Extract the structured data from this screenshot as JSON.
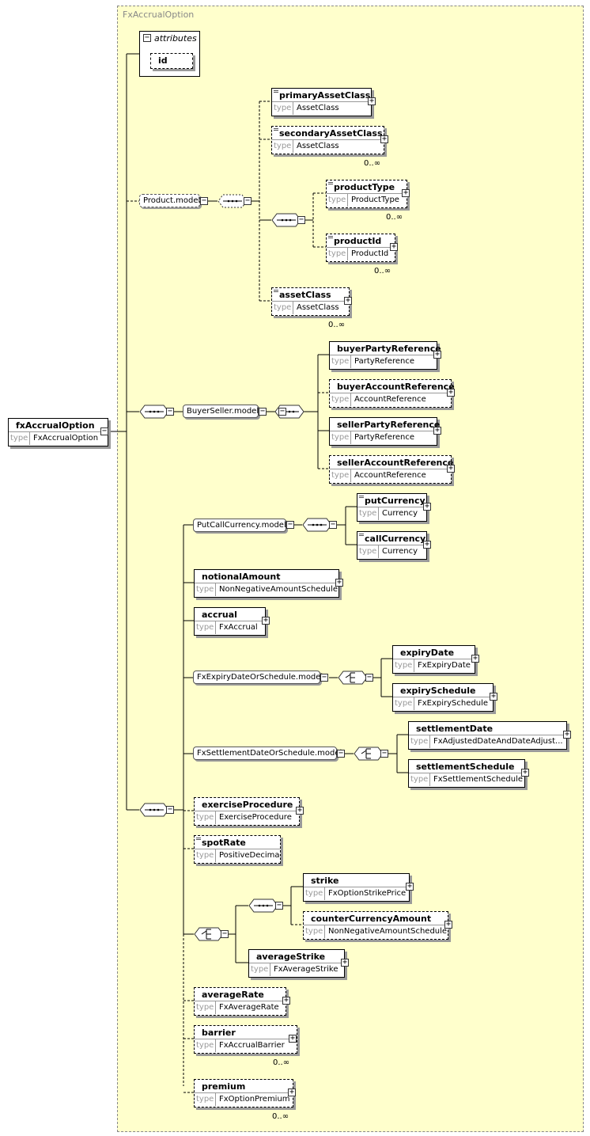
{
  "diagram": {
    "group_title": "FxAccrualOption",
    "type_key": "type",
    "attributes_title": "attributes",
    "root": {
      "name": "fxAccrualOption",
      "type": "FxAccrualOption"
    },
    "attribute": {
      "name": "id"
    },
    "groups": {
      "product_model": "Product.model",
      "buyer_seller_model": "BuyerSeller.model",
      "put_call_currency_model": "PutCallCurrency.model",
      "fx_expiry_model": "FxExpiryDateOrSchedule.model",
      "fx_settlement_model": "FxSettlementDateOrSchedule.model"
    },
    "elements": {
      "primaryAssetClass": {
        "name": "primaryAssetClass",
        "type": "AssetClass"
      },
      "secondaryAssetClass": {
        "name": "secondaryAssetClass",
        "type": "AssetClass",
        "card": "0..∞"
      },
      "productType": {
        "name": "productType",
        "type": "ProductType",
        "card": "0..∞"
      },
      "productId": {
        "name": "productId",
        "type": "ProductId",
        "card": "0..∞"
      },
      "assetClass": {
        "name": "assetClass",
        "type": "AssetClass",
        "card": "0..∞"
      },
      "buyerPartyReference": {
        "name": "buyerPartyReference",
        "type": "PartyReference"
      },
      "buyerAccountReference": {
        "name": "buyerAccountReference",
        "type": "AccountReference"
      },
      "sellerPartyReference": {
        "name": "sellerPartyReference",
        "type": "PartyReference"
      },
      "sellerAccountReference": {
        "name": "sellerAccountReference",
        "type": "AccountReference"
      },
      "putCurrency": {
        "name": "putCurrency",
        "type": "Currency"
      },
      "callCurrency": {
        "name": "callCurrency",
        "type": "Currency"
      },
      "notionalAmount": {
        "name": "notionalAmount",
        "type": "NonNegativeAmountSchedule"
      },
      "accrual": {
        "name": "accrual",
        "type": "FxAccrual"
      },
      "expiryDate": {
        "name": "expiryDate",
        "type": "FxExpiryDate"
      },
      "expirySchedule": {
        "name": "expirySchedule",
        "type": "FxExpirySchedule"
      },
      "settlementDate": {
        "name": "settlementDate",
        "type": "FxAdjustedDateAndDateAdjust..."
      },
      "settlementSchedule": {
        "name": "settlementSchedule",
        "type": "FxSettlementSchedule"
      },
      "exerciseProcedure": {
        "name": "exerciseProcedure",
        "type": "ExerciseProcedure"
      },
      "spotRate": {
        "name": "spotRate",
        "type": "PositiveDecimal"
      },
      "strike": {
        "name": "strike",
        "type": "FxOptionStrikePrice"
      },
      "counterCurrencyAmount": {
        "name": "counterCurrencyAmount",
        "type": "NonNegativeAmountSchedule"
      },
      "averageStrike": {
        "name": "averageStrike",
        "type": "FxAverageStrike"
      },
      "averageRate": {
        "name": "averageRate",
        "type": "FxAverageRate"
      },
      "barrier": {
        "name": "barrier",
        "type": "FxAccrualBarrier",
        "card": "0..∞"
      },
      "premium": {
        "name": "premium",
        "type": "FxOptionPremium",
        "card": "0..∞"
      }
    }
  }
}
